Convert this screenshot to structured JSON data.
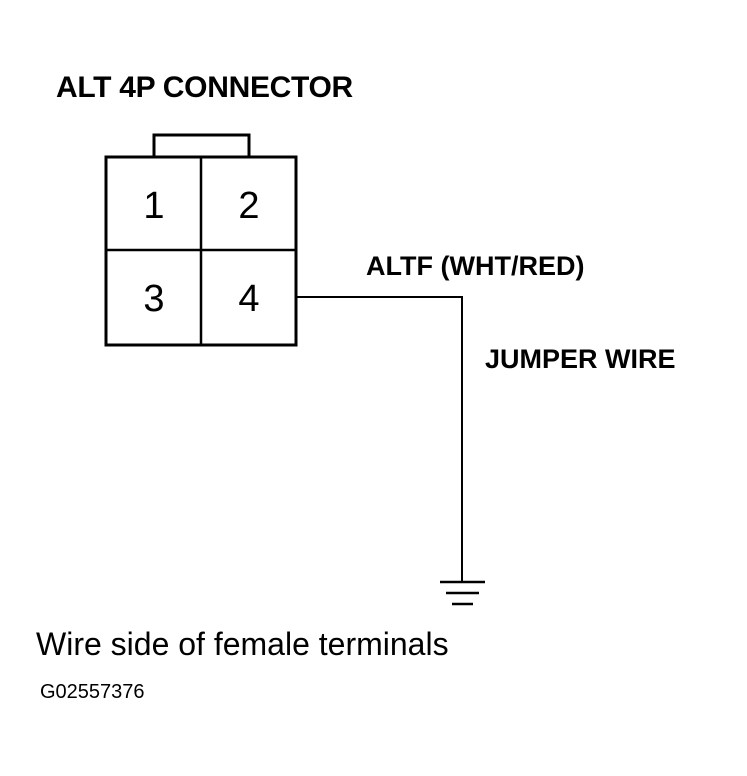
{
  "title": "ALT 4P CONNECTOR",
  "connector": {
    "pins": [
      "1",
      "2",
      "3",
      "4"
    ]
  },
  "wire_label": "ALTF (WHT/RED)",
  "jumper_label": "JUMPER WIRE",
  "caption": "Wire side of female terminals",
  "figure_id": "G02557376",
  "colors": {
    "line": "#000000",
    "background": "#ffffff"
  },
  "icons": [
    "ground-icon"
  ]
}
